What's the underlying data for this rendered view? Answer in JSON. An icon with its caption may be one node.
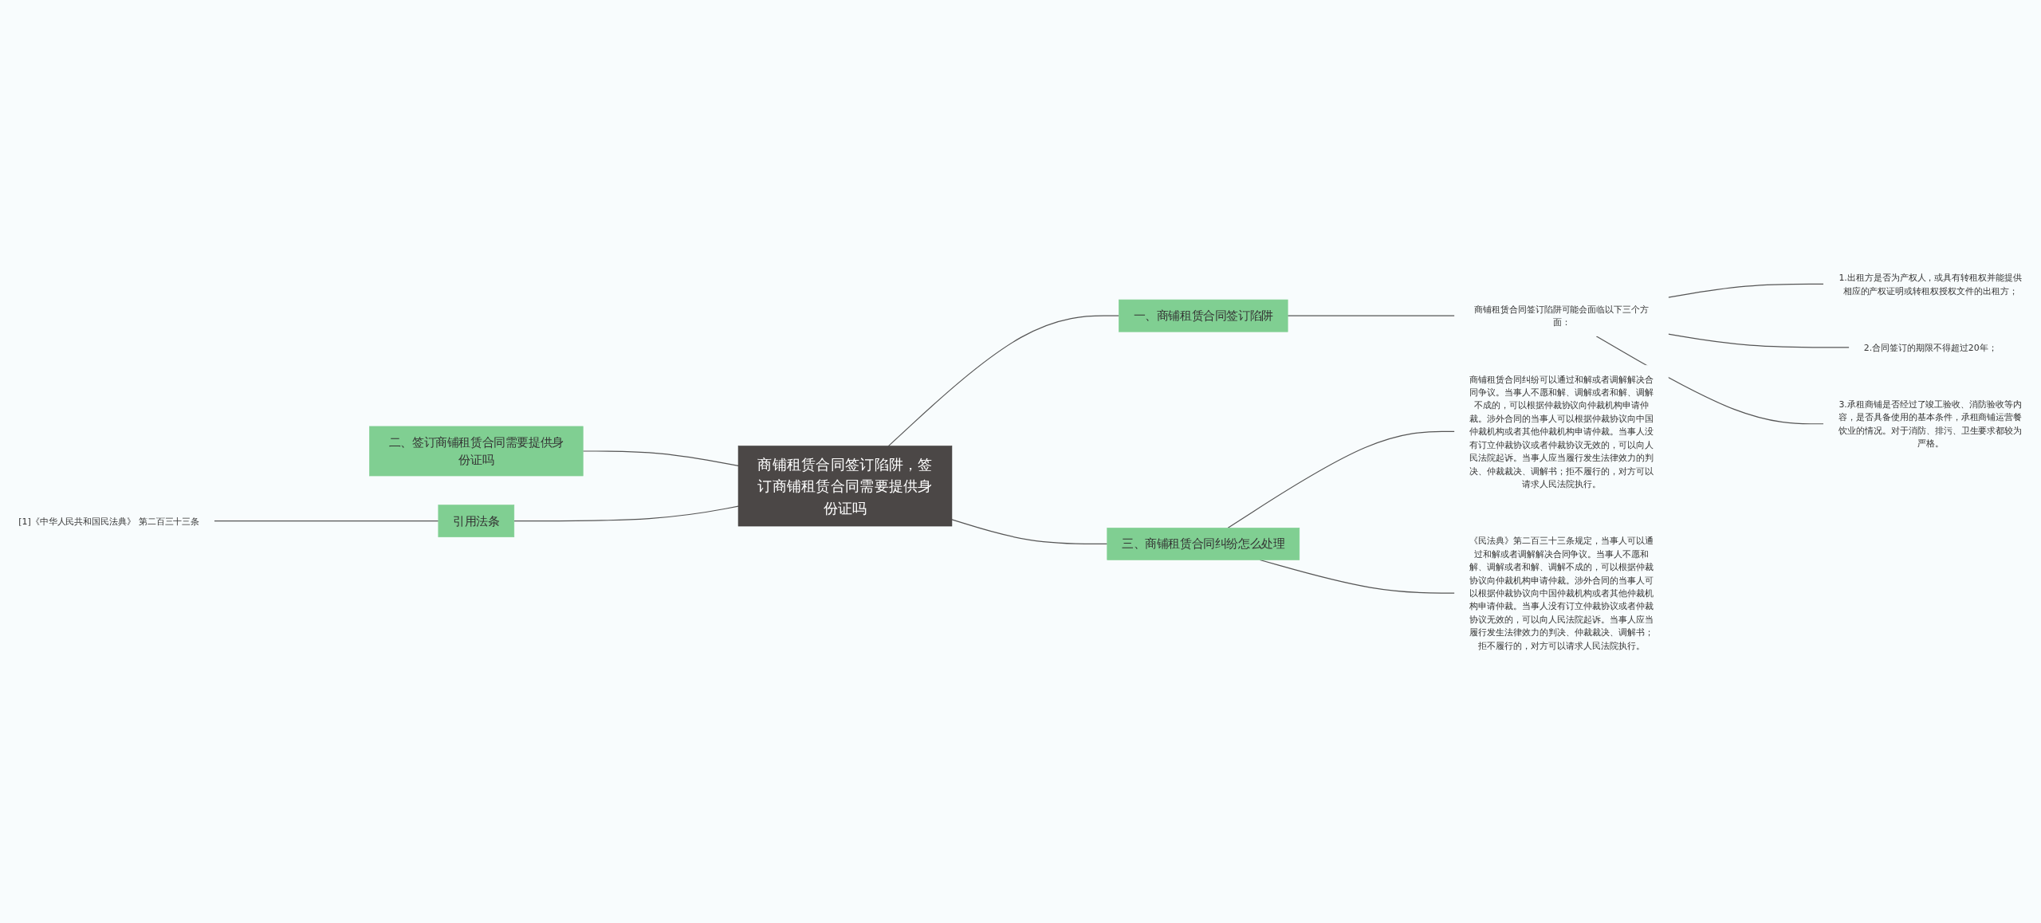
{
  "diagram": {
    "nodes": [
      {
        "text": [
          "商铺租赁合同签订陷阱，签订商铺租赁合同需要提供身份证吗"
        ]
      },
      {
        "text": [
          "一、商铺租赁合同签订陷阱"
        ]
      },
      {
        "text": [
          "商铺租赁合同签订陷阱可能会面临以下三个方面："
        ]
      },
      {
        "text": [
          "1.出租方是否为产权人，或具有转租权并能提供相应的产权证明或转租权授权文件的出租方；"
        ]
      },
      {
        "text": [
          "2.合同签订的期限不得超过20年；"
        ]
      },
      {
        "text": [
          "3.承租商铺是否经过了竣工验收、消防验收等内容，是否具备使用的基本条件，承租商铺运营餐饮业的情况。对于消防、排污、卫生要求都较为严格。"
        ]
      },
      {
        "text": [
          "三、商铺租赁合同纠纷怎么处理"
        ]
      },
      {
        "text": [
          "商铺租赁合同纠纷可以通过和解或者调解解决合同争议。当事人不愿和解、调解或者和解、调解不成的，可以根据仲裁协议向仲裁机构申请仲裁。涉外合同的当事人可以根据仲裁协议向中国仲裁机构或者其他仲裁机构申请仲裁。当事人没有订立仲裁协议或者仲裁协议无效的，可以向人民法院起诉。当事人应当履行发生法律效力的判决、仲裁裁决、调解书；拒不履行的，对方可以请求人民法院执行。"
        ]
      },
      {
        "text": [
          "《民法典》第二百三十三条规定，当事人可以通过和解或者调解解决合同争议。当事人不愿和解、调解或者和解、调解不成的，可以根据仲裁协议向仲裁机构申请仲裁。涉外合同的当事人可以根据仲裁协议向中国仲裁机构或者其他仲裁机构申请仲裁。当事人没有订立仲裁协议或者仲裁协议无效的，可以向人民法院起诉。当事人应当履行发生法律效力的判决、仲裁裁决、调解书；拒不履行的，对方可以请求人民法院执行。"
        ]
      },
      {
        "text": [
          "二、签订商铺租赁合同需要提供身份证吗"
        ]
      },
      {
        "text": [
          "引用法条"
        ]
      },
      {
        "text": [
          "[1]《中华人民共和国民法典》 第二百三十三条"
        ]
      }
    ],
    "edges": [
      {
        "from": 0,
        "to": 1,
        "arrow": "none"
      },
      {
        "from": 1,
        "to": 2,
        "arrow": "none"
      },
      {
        "from": 2,
        "to": 3,
        "arrow": "none"
      },
      {
        "from": 2,
        "to": 4,
        "arrow": "none"
      },
      {
        "from": 2,
        "to": 5,
        "arrow": "none"
      },
      {
        "from": 0,
        "to": 6,
        "arrow": "none"
      },
      {
        "from": 6,
        "to": 7,
        "arrow": "none"
      },
      {
        "from": 6,
        "to": 8,
        "arrow": "none"
      },
      {
        "from": 9,
        "to": 0,
        "arrow": "none"
      },
      {
        "from": 10,
        "to": 0,
        "arrow": "none"
      },
      {
        "from": 11,
        "to": 10,
        "arrow": "none"
      }
    ]
  }
}
